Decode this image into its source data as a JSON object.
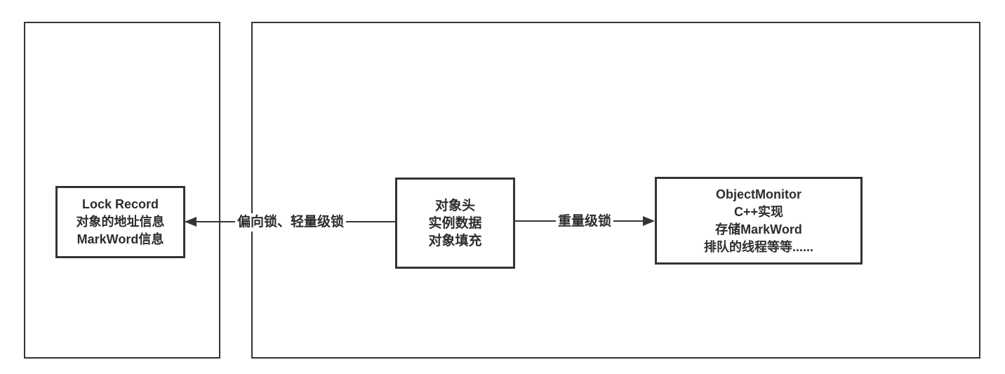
{
  "diagram": {
    "type": "flowchart",
    "colors": {
      "stroke": "#333333",
      "text": "#2d2d2d",
      "background": "#ffffff"
    },
    "nodes": [
      {
        "id": "lock-record",
        "lines": [
          "Lock Record",
          "对象的地址信息",
          "MarkWord信息"
        ]
      },
      {
        "id": "object-header",
        "lines": [
          "对象头",
          "实例数据",
          "对象填充"
        ]
      },
      {
        "id": "object-monitor",
        "lines": [
          "ObjectMonitor",
          "C++实现",
          "存储MarkWord",
          "排队的线程等等......"
        ]
      }
    ],
    "edges": [
      {
        "id": "biased-lightweight-lock",
        "label": "偏向锁、轻量级锁",
        "from": "object-header",
        "to": "lock-record",
        "direction": "left"
      },
      {
        "id": "heavyweight-lock",
        "label": "重量级锁",
        "from": "object-header",
        "to": "object-monitor",
        "direction": "right"
      }
    ]
  }
}
